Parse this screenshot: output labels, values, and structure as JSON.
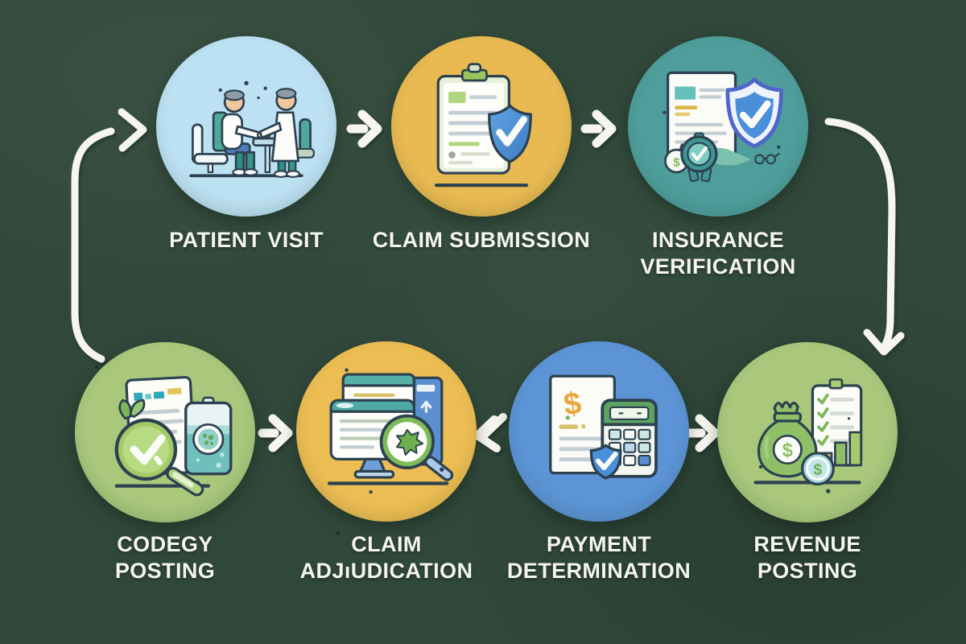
{
  "diagram": {
    "background_color": "#30483A",
    "label_color": "#F5F4EE",
    "arrow_color": "#F7F5EF",
    "outline_color": "#2D4150"
  },
  "glyphs": {
    "dollar": "$"
  },
  "steps": [
    {
      "id": "patient-visit",
      "label_lines": [
        "PATIENT VISIT"
      ],
      "circle_color": "#BCE1F2",
      "icon": "doctor-patient-consultation-icon"
    },
    {
      "id": "claim-submission",
      "label_lines": [
        "CLAIM SUBMISSION"
      ],
      "circle_color": "#E9BA52",
      "icon": "clipboard-shield-check-icon"
    },
    {
      "id": "insurance-verification",
      "label_lines": [
        "INSURANCE",
        "VERIFICATION"
      ],
      "circle_color": "#4F9E9C",
      "icon": "document-shield-badge-icon"
    },
    {
      "id": "coding-posting",
      "label_lines": [
        "CODEGY",
        "POSTING"
      ],
      "circle_color": "#A9C87C",
      "icon": "document-magnifier-check-icon"
    },
    {
      "id": "claim-adjudication",
      "label_lines": [
        "CLAIM",
        "ADJıUDICATION"
      ],
      "circle_color": "#ECBD53",
      "icon": "monitors-magnifier-stamp-icon"
    },
    {
      "id": "payment-determination",
      "label_lines": [
        "PAYMENT",
        "DETERMINATION"
      ],
      "circle_color": "#5C94D6",
      "icon": "invoice-calculator-shield-icon"
    },
    {
      "id": "revenue-posting",
      "label_lines": [
        "REVENUE",
        "POSTING"
      ],
      "circle_color": "#A9C87C",
      "icon": "moneybag-checklist-chart-icon"
    }
  ],
  "connections": [
    {
      "from": "coding-posting",
      "to": "patient-visit",
      "shape": "left-side-loop"
    },
    {
      "from": "patient-visit",
      "to": "claim-submission",
      "shape": "arrow-right"
    },
    {
      "from": "claim-submission",
      "to": "insurance-verification",
      "shape": "arrow-right"
    },
    {
      "from": "insurance-verification",
      "to": "revenue-posting",
      "shape": "right-side-loop"
    },
    {
      "from": "coding-posting",
      "to": "claim-adjudication",
      "shape": "arrow-right"
    },
    {
      "from": "payment-determination",
      "to": "claim-adjudication",
      "shape": "arrow-left"
    },
    {
      "from": "payment-determination",
      "to": "revenue-posting",
      "shape": "arrow-right"
    }
  ]
}
